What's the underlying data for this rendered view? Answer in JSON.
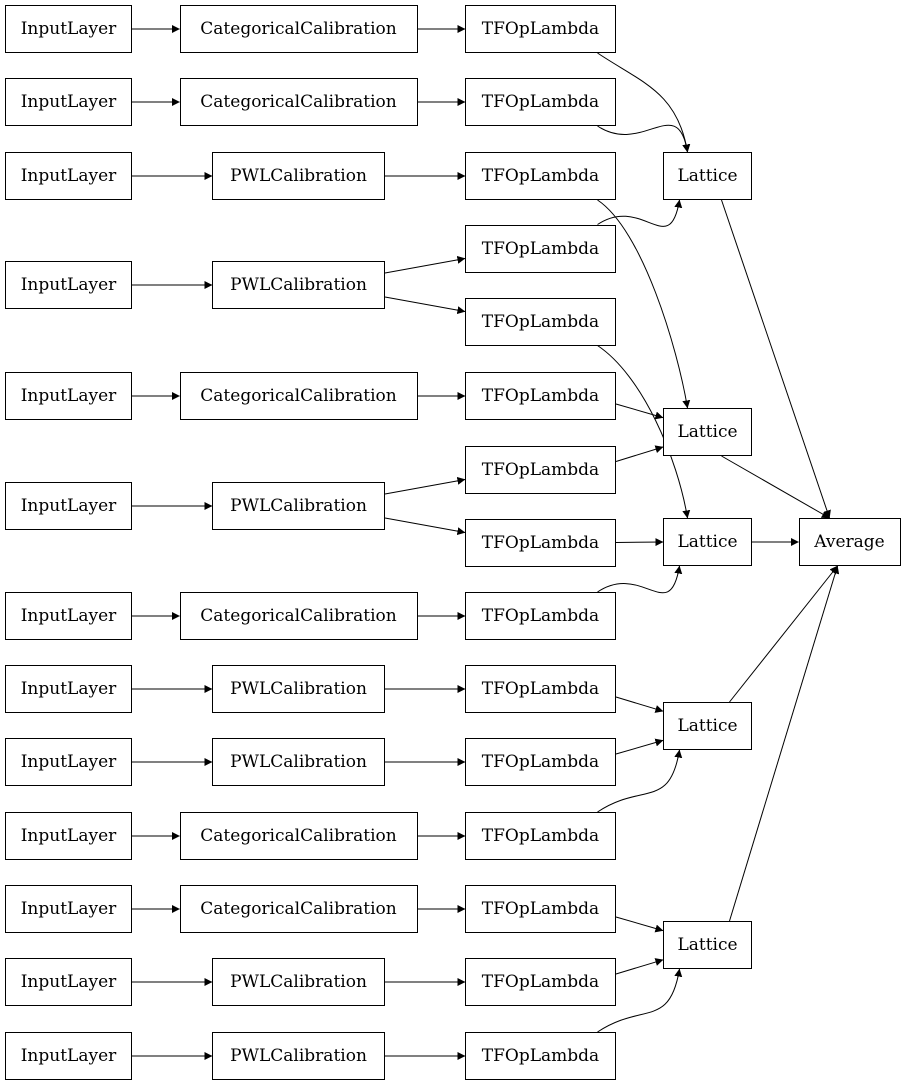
{
  "diagram": {
    "rows": [
      {
        "input": "InputLayer",
        "calibration": "CategoricalCalibration",
        "calibration_kind": "categorical",
        "lambdas": [
          "TFOpLambda"
        ]
      },
      {
        "input": "InputLayer",
        "calibration": "CategoricalCalibration",
        "calibration_kind": "categorical",
        "lambdas": [
          "TFOpLambda"
        ]
      },
      {
        "input": "InputLayer",
        "calibration": "PWLCalibration",
        "calibration_kind": "pwl",
        "lambdas": [
          "TFOpLambda"
        ]
      },
      {
        "input": "InputLayer",
        "calibration": "PWLCalibration",
        "calibration_kind": "pwl",
        "lambdas": [
          "TFOpLambda",
          "TFOpLambda"
        ]
      },
      {
        "input": "InputLayer",
        "calibration": "CategoricalCalibration",
        "calibration_kind": "categorical",
        "lambdas": [
          "TFOpLambda"
        ]
      },
      {
        "input": "InputLayer",
        "calibration": "PWLCalibration",
        "calibration_kind": "pwl",
        "lambdas": [
          "TFOpLambda",
          "TFOpLambda"
        ]
      },
      {
        "input": "InputLayer",
        "calibration": "CategoricalCalibration",
        "calibration_kind": "categorical",
        "lambdas": [
          "TFOpLambda"
        ]
      },
      {
        "input": "InputLayer",
        "calibration": "PWLCalibration",
        "calibration_kind": "pwl",
        "lambdas": [
          "TFOpLambda"
        ]
      },
      {
        "input": "InputLayer",
        "calibration": "PWLCalibration",
        "calibration_kind": "pwl",
        "lambdas": [
          "TFOpLambda"
        ]
      },
      {
        "input": "InputLayer",
        "calibration": "CategoricalCalibration",
        "calibration_kind": "categorical",
        "lambdas": [
          "TFOpLambda"
        ]
      },
      {
        "input": "InputLayer",
        "calibration": "CategoricalCalibration",
        "calibration_kind": "categorical",
        "lambdas": [
          "TFOpLambda"
        ]
      },
      {
        "input": "InputLayer",
        "calibration": "PWLCalibration",
        "calibration_kind": "pwl",
        "lambdas": [
          "TFOpLambda"
        ]
      },
      {
        "input": "InputLayer",
        "calibration": "PWLCalibration",
        "calibration_kind": "pwl",
        "lambdas": [
          "TFOpLambda"
        ]
      }
    ],
    "lattices": [
      "Lattice",
      "Lattice",
      "Lattice",
      "Lattice",
      "Lattice"
    ],
    "average": "Average",
    "lambda_to_lattice": [
      {
        "lambda": 0,
        "lattice": 0
      },
      {
        "lambda": 1,
        "lattice": 0
      },
      {
        "lambda": 2,
        "lattice": 1
      },
      {
        "lambda": 3,
        "lattice": 0
      },
      {
        "lambda": 4,
        "lattice": 2
      },
      {
        "lambda": 5,
        "lattice": 1
      },
      {
        "lambda": 6,
        "lattice": 1
      },
      {
        "lambda": 7,
        "lattice": 2
      },
      {
        "lambda": 8,
        "lattice": 2
      },
      {
        "lambda": 9,
        "lattice": 3
      },
      {
        "lambda": 10,
        "lattice": 3
      },
      {
        "lambda": 11,
        "lattice": 3
      },
      {
        "lambda": 12,
        "lattice": 4
      },
      {
        "lambda": 13,
        "lattice": 4
      },
      {
        "lambda": 14,
        "lattice": 4
      }
    ],
    "lattice_to_average": [
      0,
      1,
      2,
      3,
      4
    ]
  }
}
